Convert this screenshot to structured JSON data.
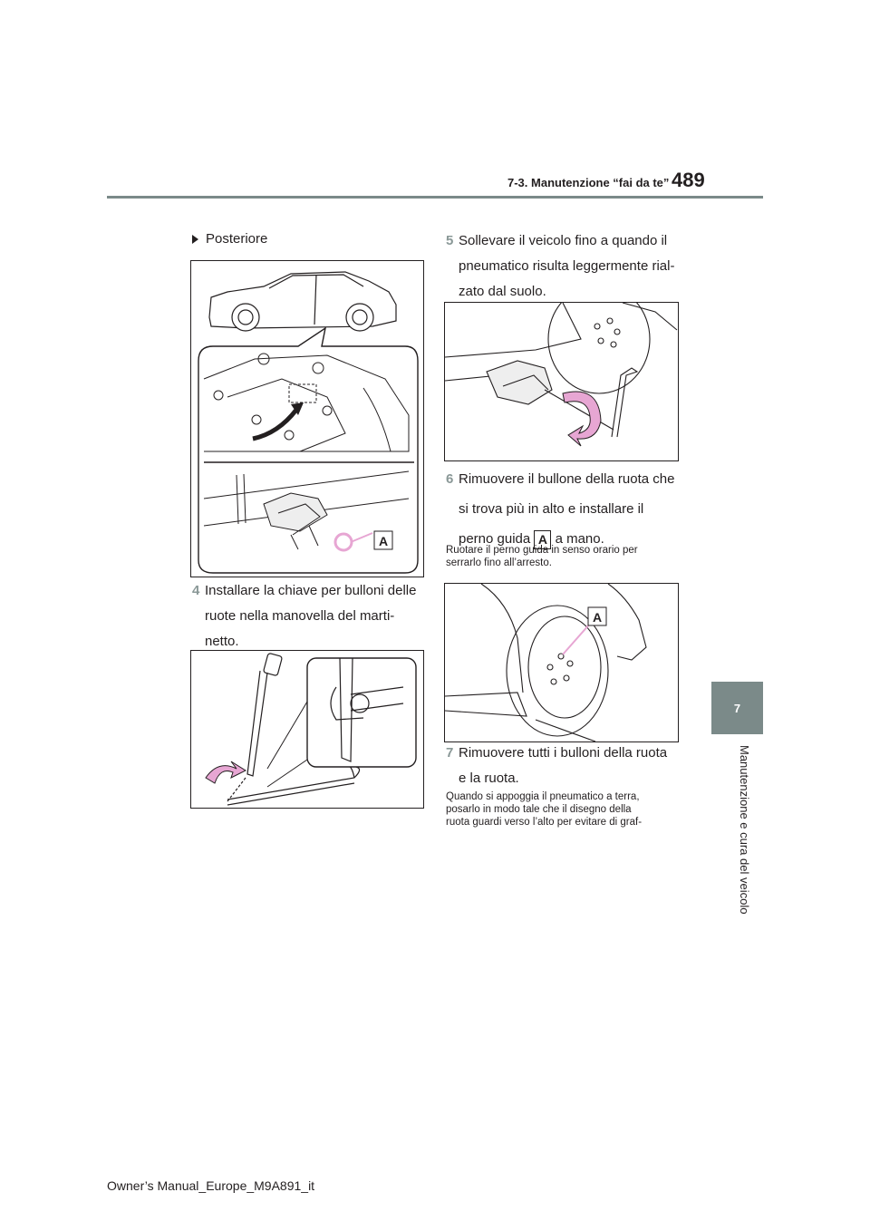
{
  "header": {
    "section": "7-3. Manutenzione “fai da te”",
    "page_number": "489"
  },
  "sidebar": {
    "chapter_number": "7",
    "chapter_title": "Manutenzione e cura del veicolo"
  },
  "left_column": {
    "bullet": "Posteriore",
    "step4": {
      "number": "4",
      "lines": [
        "Installare la chiave per bulloni delle",
        "ruote nella manovella del marti-",
        "netto."
      ]
    }
  },
  "right_column": {
    "step5": {
      "number": "5",
      "lines": [
        "Sollevare il veicolo fino a quando il",
        "pneumatico risulta leggermente rial-",
        "zato dal suolo."
      ]
    },
    "step6": {
      "number": "6",
      "lines": [
        "Rimuovere il bullone della ruota che",
        "si trova più in alto e installare il"
      ],
      "line3_before": "perno guida",
      "line3_after": "a mano.",
      "note_lines": [
        "Ruotare il perno guida in senso orario per",
        "serrarlo fino all’arresto."
      ]
    },
    "step7": {
      "number": "7",
      "lines": [
        "Rimuovere tutti i bulloni della ruota",
        "e la ruota."
      ],
      "note_lines": [
        "Quando si appoggia il pneumatico a terra,",
        "posarlo in modo tale che il disegno della",
        "ruota guardi verso l’alto per evitare di graf-"
      ]
    }
  },
  "figures": {
    "label_a": "A",
    "accent_color": "#e7a6d3"
  },
  "footer": {
    "text": "Owner’s Manual_Europe_M9A891_it"
  }
}
